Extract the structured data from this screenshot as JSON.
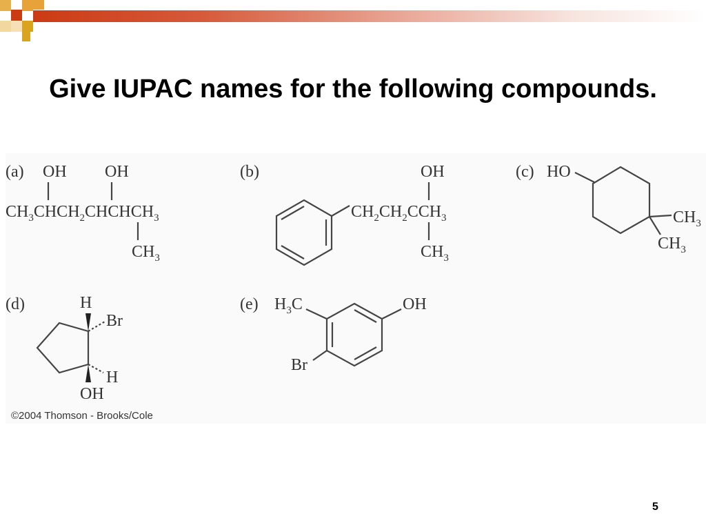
{
  "title": "Give IUPAC names for the following compounds.",
  "copyright": "©2004 Thomson - Brooks/Cole",
  "slide_number": "5",
  "compounds": {
    "a": {
      "label": "(a)",
      "oh1": "OH",
      "oh2": "OH",
      "chain": "CH3CHCH2CHCHCH3",
      "methyl": "CH3"
    },
    "b": {
      "label": "(b)",
      "oh": "OH",
      "chain": "CH2CH2CCH3",
      "methyl": "CH3"
    },
    "c": {
      "label": "(c)",
      "ho": "HO",
      "methyl1": "CH3",
      "methyl2": "CH3"
    },
    "d": {
      "label": "(d)",
      "h_top": "H",
      "br": "Br",
      "h_bottom": "H",
      "oh": "OH"
    },
    "e": {
      "label": "(e)",
      "methyl": "H3C",
      "oh": "OH",
      "br": "Br"
    }
  },
  "colors": {
    "banner_red": "#cc3a14",
    "banner_orange": "#e8a23a",
    "banner_gold": "#d9a520"
  }
}
